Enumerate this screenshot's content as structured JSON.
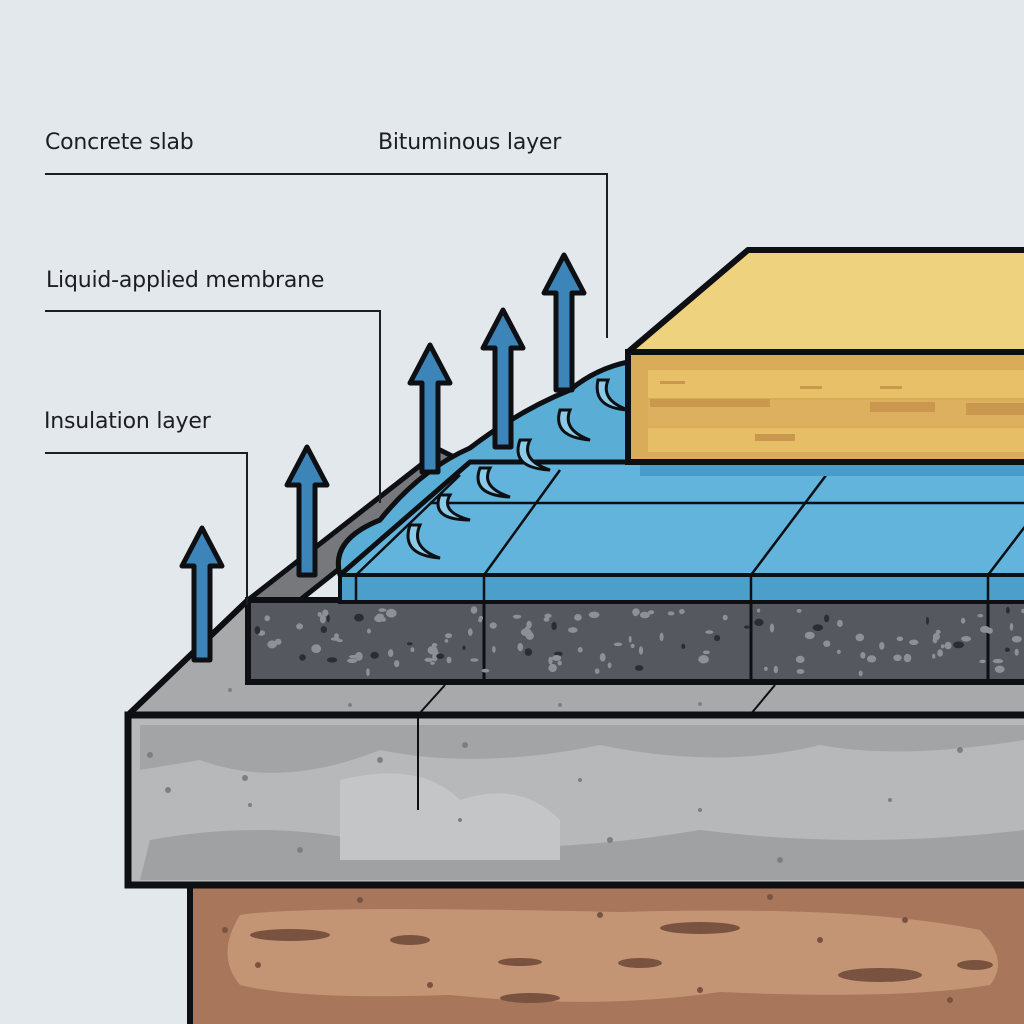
{
  "diagram": {
    "title": "Layered waterproofing cross-section",
    "labels": [
      {
        "id": "concrete-slab",
        "text": "Concrete slab"
      },
      {
        "id": "bituminous-layer",
        "text": "Bituminous layer"
      },
      {
        "id": "liquid-applied-membrane",
        "text": "Liquid-applied membrane"
      },
      {
        "id": "insulation-layer",
        "text": "Insulation layer"
      }
    ],
    "layers": [
      {
        "name": "Soil",
        "color": "#b07d60"
      },
      {
        "name": "Concrete slab",
        "color": "#b3b5b7"
      },
      {
        "name": "Bituminous layer",
        "color": "#55585e"
      },
      {
        "name": "Liquid-applied membrane",
        "color": "#5aaed6"
      },
      {
        "name": "Insulation layer",
        "color": "#e8c264"
      }
    ],
    "arrows": {
      "count": 5,
      "meaning": "moisture / vapour moving upward",
      "color": "#3d85b8"
    },
    "colors": {
      "background": "#e3e8ec",
      "outline": "#0d0f12",
      "leader_line": "#1c1f22"
    }
  }
}
